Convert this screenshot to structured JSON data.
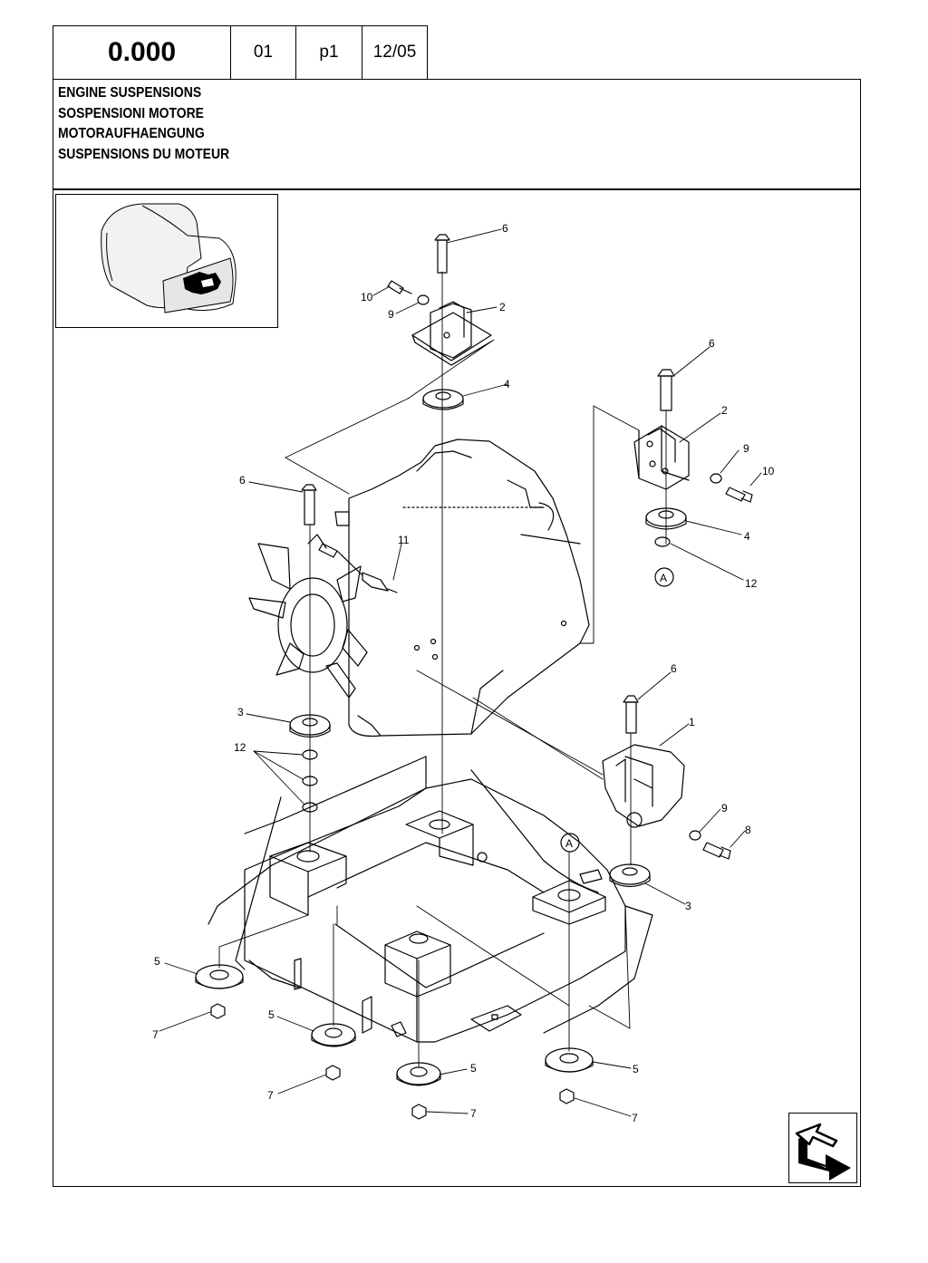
{
  "header": {
    "code": "0.000",
    "section": "01",
    "page": "p1",
    "date": "12/05"
  },
  "titles": [
    "ENGINE SUSPENSIONS",
    "SOSPENSIONI MOTORE",
    "MOTORAUFHAENGUNG",
    "SUSPENSIONS DU MOTEUR"
  ],
  "callouts": {
    "c1": "1",
    "c2": "2",
    "c3": "3",
    "c4": "4",
    "c5": "5",
    "c6": "6",
    "c7": "7",
    "c8": "8",
    "c9": "9",
    "c10": "10",
    "c11": "11",
    "c12": "12",
    "ref_a": "A"
  },
  "icons": {
    "next_page": "next-page-arrow-icon",
    "thumbnail": "machine-location-thumbnail"
  }
}
